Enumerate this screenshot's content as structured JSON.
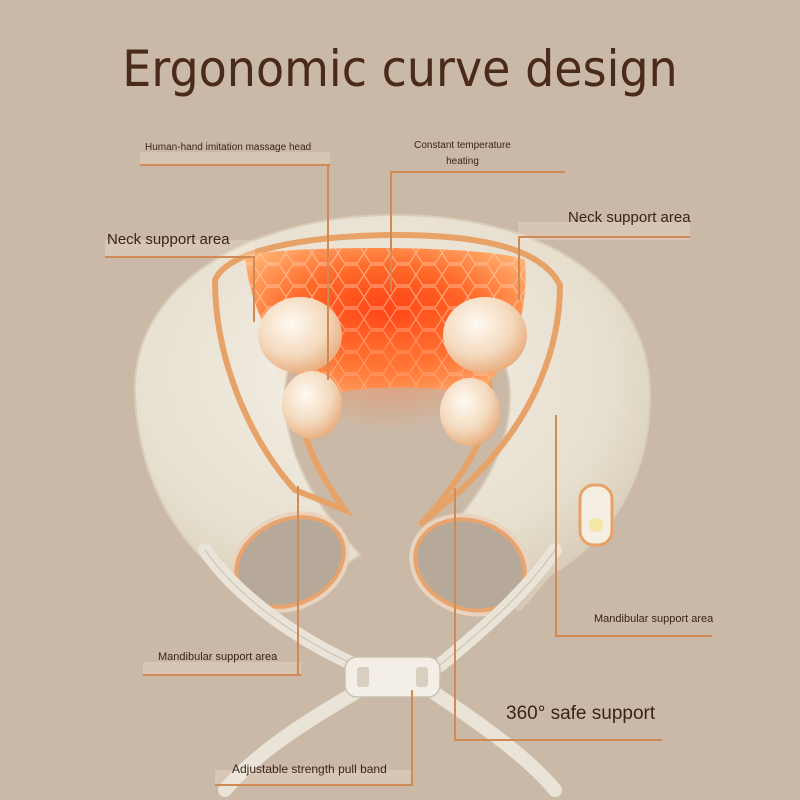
{
  "title": "Ergonomic curve design",
  "labels": {
    "massage_head": "Human-hand imitation massage head",
    "temp_line1": "Constant temperature",
    "temp_line2": "heating",
    "neck_left": "Neck support area",
    "neck_right": "Neck support area",
    "mandibular_right": "Mandibular support area",
    "mandibular_left": "Mandibular support area",
    "safe_support": "360° safe support",
    "pull_band": "Adjustable strength pull band"
  },
  "colors": {
    "background": "#cbb9a7",
    "title": "#4a2a1a",
    "accent_line": "#cf8a55",
    "heat": "#ff5a1f",
    "fabric": "#efe9dc"
  }
}
